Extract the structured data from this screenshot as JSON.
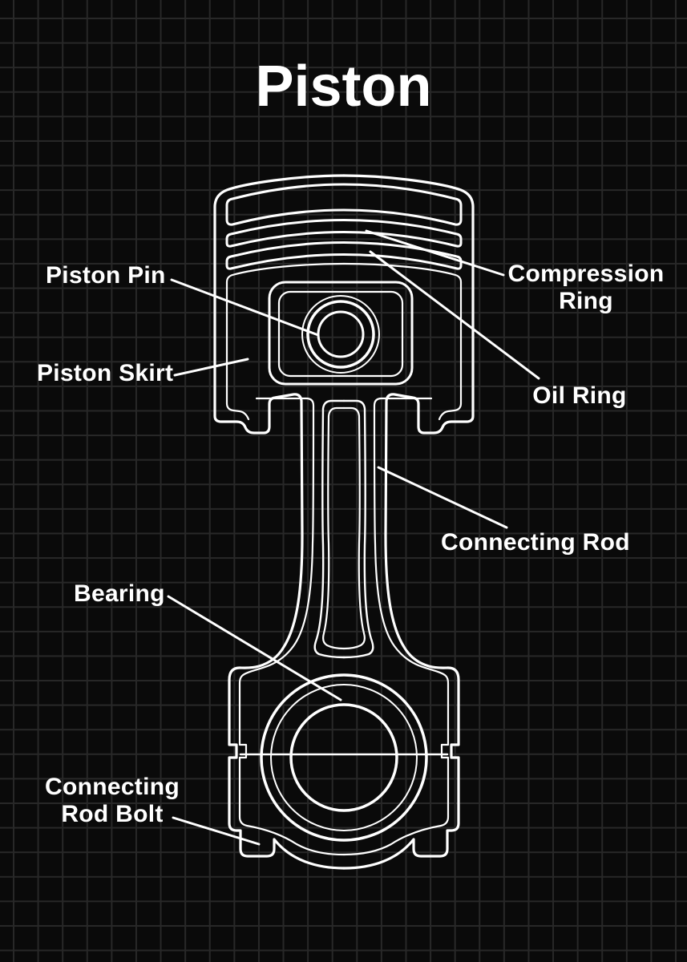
{
  "title": "Piston",
  "colors": {
    "background": "#0a0a0a",
    "grid_line": "#282828",
    "line": "#ffffff",
    "text": "#ffffff"
  },
  "labels": {
    "piston_pin": {
      "text": "Piston Pin"
    },
    "piston_skirt": {
      "text": "Piston Skirt"
    },
    "compression_ring": {
      "line1": "Compression",
      "line2": "Ring"
    },
    "oil_ring": {
      "text": "Oil Ring"
    },
    "connecting_rod": {
      "text": "Connecting Rod"
    },
    "bearing": {
      "text": "Bearing"
    },
    "connecting_rod_bolt": {
      "line1": "Connecting",
      "line2": "Rod Bolt"
    }
  },
  "diagram": {
    "subject": "piston and connecting rod line diagram on blueprint grid"
  }
}
